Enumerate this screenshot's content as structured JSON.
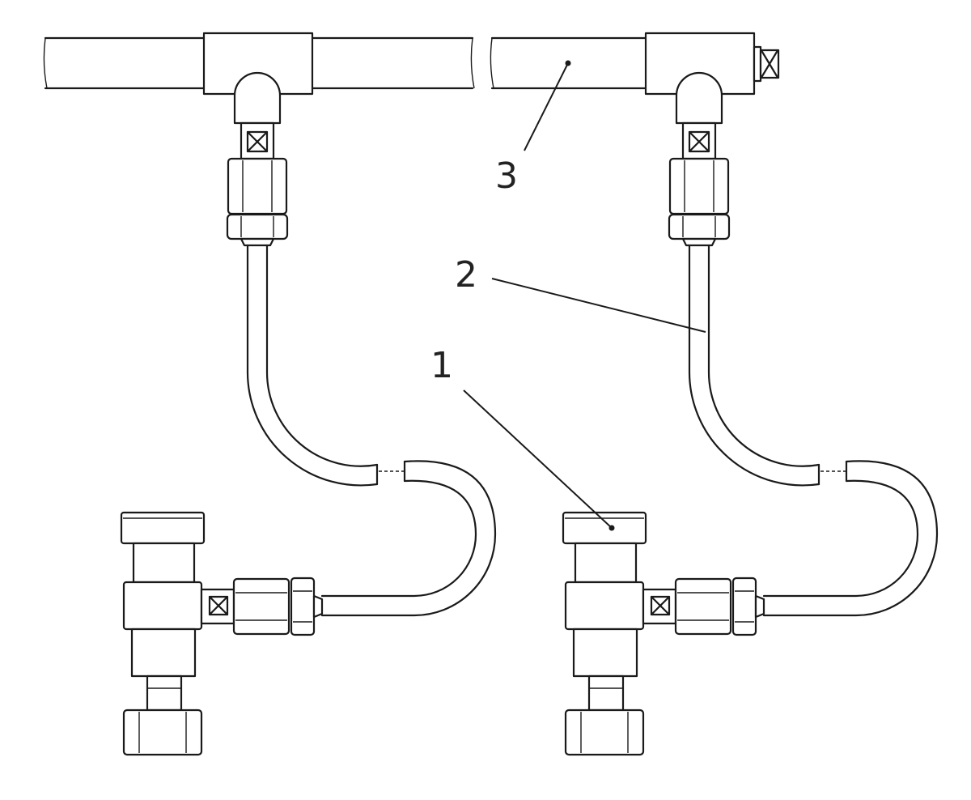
{
  "callouts": {
    "label_1": "1",
    "label_2": "2",
    "label_3": "3"
  },
  "colors": {
    "line": "#1a1a1a",
    "background": "#ffffff"
  }
}
